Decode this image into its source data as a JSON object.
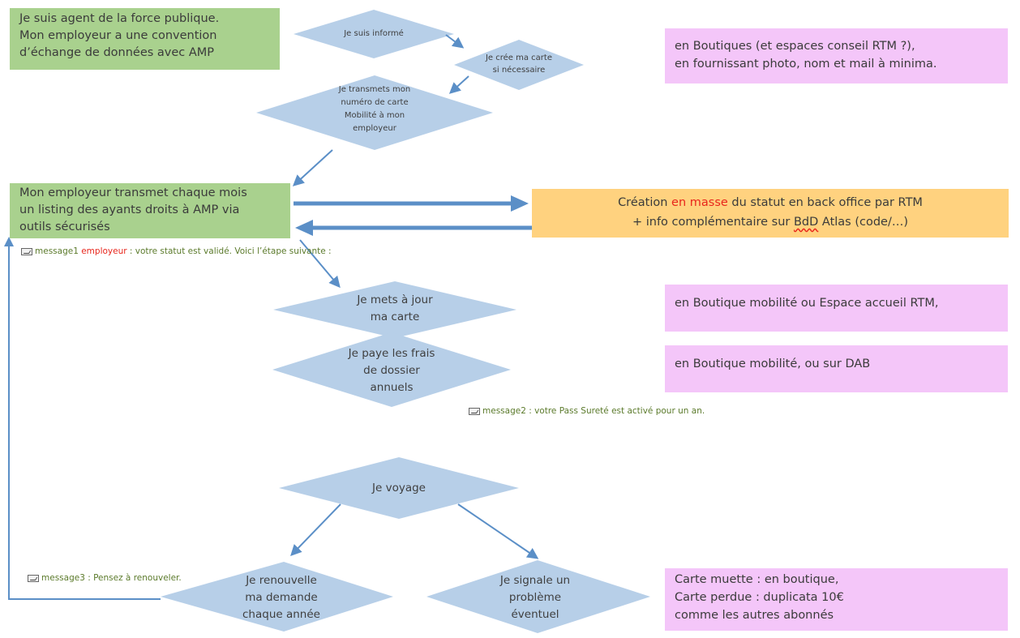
{
  "green_top": {
    "lines": [
      "Je suis agent de la force publique.",
      "Mon employeur a une convention",
      "d’échange de données avec AMP"
    ]
  },
  "green_employer": {
    "lines": [
      "Mon employeur transmet chaque mois",
      "un listing des ayants droits à AMP via",
      "outils sécurisés"
    ]
  },
  "pink_boutiques": {
    "lines": [
      "en Boutiques (et espaces conseil RTM ?),",
      "en fournissant photo, nom et mail à minima."
    ]
  },
  "orange_creation": {
    "line1_pre": "Création ",
    "line1_red": "en masse",
    "line1_post": " du statut en back office par RTM",
    "line2_pre": "+ info complémentaire sur ",
    "line2_squiggle": "BdD",
    "line2_post": " Atlas (code/…)"
  },
  "pink_maj": {
    "text": "en Boutique mobilité ou Espace accueil RTM,"
  },
  "pink_dab": {
    "text": "en Boutique mobilité, ou sur  DAB"
  },
  "pink_carte": {
    "lines": [
      "Carte muette : en boutique,",
      "Carte perdue : duplicata 10€",
      "comme les autres abonnés"
    ]
  },
  "diamonds": {
    "informe": "Je suis informé",
    "cree": [
      "Je crée ma carte",
      "si nécessaire"
    ],
    "transmets": [
      "Je transmets mon",
      "numéro de carte",
      "Mobilité à mon",
      "employeur"
    ],
    "maj": [
      "Je  mets à jour",
      "ma carte"
    ],
    "paye": [
      "Je  paye les frais",
      "de dossier",
      "annuels"
    ],
    "voyage": "Je voyage",
    "renouvelle": [
      "Je renouvelle",
      "ma demande",
      "chaque année"
    ],
    "signale": [
      "Je signale un",
      "problème",
      "éventuel"
    ]
  },
  "messages": {
    "m1_pre": "message1 ",
    "m1_red": "employeur",
    "m1_post": " : votre statut est validé.  Voici l’étape suivante :",
    "m2": "message2 : votre Pass Sureté est activé pour un an.",
    "m3": "message3 : Pensez à renouveler."
  },
  "colors": {
    "diamond_fill": "#b7cfe8",
    "arrow": "#5b8fc7",
    "green": "#a9d18e",
    "pink": "#f4c6f9",
    "orange": "#ffd27f",
    "red_text": "#e8261c"
  }
}
